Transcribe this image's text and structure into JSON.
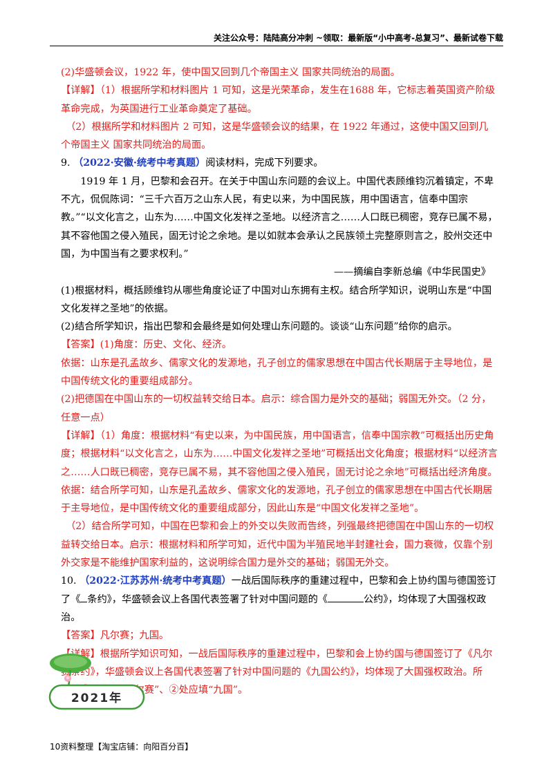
{
  "header": {
    "text": "关注公众号：陆陆高分冲刺 ~领取：最新版“小中高考-总复习”、最新试卷下载"
  },
  "paragraphs": [
    {
      "key": "p1",
      "text": "(2)华盛顿会议，1922 年，使中国又回到几个帝国主义 国家共同统治的局面。"
    },
    {
      "key": "p2a",
      "text": "【详解】（1）根据所学和材料图片 1 可知，这是光荣革命，发生在1688 年，它标志着英国资产阶级革命完成，为英国进行工业革命奠定了基础。"
    },
    {
      "key": "p2b",
      "text": "（2）根据所学和材料图片 2 可知，这是华盛顿会议的结果，在 1922 年通过，这使中国又回到几个帝国主义 国家共同统治的局面。"
    }
  ],
  "q9": {
    "number": "9.",
    "source": "（2022·安徽·统考中考真题）",
    "instruction": "阅读材料，完成下列要求。",
    "material": "1919 年 1 月，巴黎和会召开。在关于中国山东问题的会议上。中国代表顾维钧沉着镇定，不卑不亢，侃侃陈词：“三千六百万之山东人民，有史以来，为中国民族，用中国语言，信奉中国宗教。”“以文化言之，山东为……中国文化发祥之圣地。以经济言之……人口既已稠密，竞存已属不易，其不容他国之侵入殖民，固无讨论之余地。是以如就本会承认之民族领土完整原则言之，胶州交还中国，为中国当有之要求权利。”",
    "citation": "——摘编自李新总编《中华民国史》",
    "q1": "(1)根据材料，概括顾维钧从哪些角度论证了中国对山东拥有主权。结合所学知识，说明山东是“中国文化发祥之圣地”的依据。",
    "q2": "(2)结合所学知识，指出巴黎和会最终是如何处理山东问题的。谈谈“山东问题”给你的启示。",
    "answer1": "【答案】(1)角度：历史、文化、经济。",
    "answer2": "依据：山东是孔孟故乡、儒家文化的发源地，孔子创立的儒家思想在中国古代长期居于主导地位，是中国传统文化的重要组成部分。",
    "answer3": "(2)把德国在中国山东的一切权益转交给日本。启示：综合国力是外交的基础；弱国无外交。（2 分，任意一点）",
    "detail1": "【详解】（1）角度：根据材料“有史以来，为中国民族，用中国语言，信奉中国宗教”可概括出历史角度；根据材料“以文化言之，山东为……中国文化发祥之圣地”可概括出文化角度；根据材料“以经济言之……人口既已稠密，竞存已属不易，其不容他国之侵入殖民，固无讨论之余地”可概括出经济角度。依据：结合所学可知，山东是孔孟故乡、儒家文化的发源地，孔子创立的儒家思想在中国古代长期居于主导地位，是中国传统文化的重要组成部分，因此山东是“中国文化发祥之圣地”。",
    "detail2": "（2）结合所学可知，中国在巴黎和会上的外交以失败而告终，列强最终把德国在中国山东的一切权益转交给日本。启示：根据材料和所学可知，近代中国为半殖民地半封建社会，国力衰微，仅靠个别外交家是不能维护国家利益的，这说明综合国力是外交的基础；弱国无外交。"
  },
  "q10": {
    "number": "10.",
    "source": "（2022·江苏苏州·统考中考真题）",
    "stem_a": "一战后国际秩序的重建过程中，巴黎和会上协约国与德国签订了《",
    "stem_b": "条约》，华盛顿会议上各国代表签署了针对中国问题的《",
    "stem_c": "公约》，均体现了大国强权政治。",
    "answer": "【答案】凡尔赛；九国。",
    "detail": "【详解】根据所学知识可知，一战后国际秩序的重建过程中，巴黎和会上协约国与德国签订了《凡尔赛条约》，华盛顿会议上各国代表签署了针对中国问题的《九国公约》，均体现了大国强权政治。所以，①处应填“凡尔赛”、②处应填“九国”。"
  },
  "badge": {
    "year": "2021年"
  },
  "footer": {
    "page_num": "10",
    "text": "资料整理【淘宝店铺：向阳百分百】"
  },
  "colors": {
    "answer_red": "#e0201d",
    "source_blue": "#1f3fbf",
    "lotus_green": "#3f9a3a"
  }
}
